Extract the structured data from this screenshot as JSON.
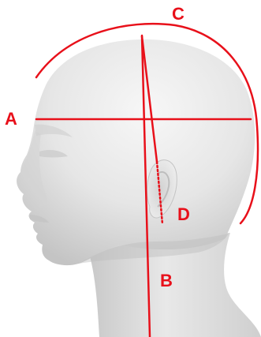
{
  "diagram": {
    "labels": {
      "a": "A",
      "b": "B",
      "c": "C",
      "d": "D"
    },
    "colors": {
      "measure_line": "#e8101a",
      "head_light": "#f4f4f4",
      "head_mid": "#dcdcdc",
      "head_shadow": "#b9b9b9",
      "background": "#ffffff"
    }
  }
}
